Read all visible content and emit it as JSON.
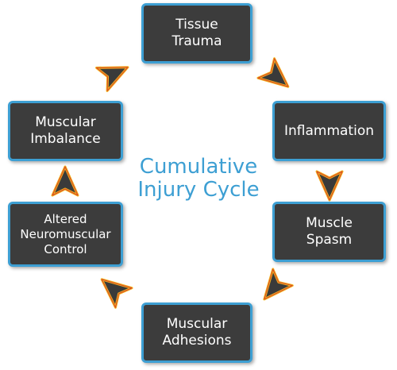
{
  "title": {
    "line1": "Cumulative",
    "line2": "Injury Cycle"
  },
  "nodes": {
    "tissue_trauma": {
      "line1": "Tissue",
      "line2": "Trauma"
    },
    "inflammation": {
      "line1": "Inflammation"
    },
    "muscle_spasm": {
      "line1": "Muscle",
      "line2": "Spasm"
    },
    "muscular_adhesions": {
      "line1": "Muscular",
      "line2": "Adhesions"
    },
    "altered_neuromuscular_control": {
      "line1": "Altered",
      "line2": "Neuromuscular",
      "line3": "Control"
    },
    "muscular_imbalance": {
      "line1": "Muscular",
      "line2": "Imbalance"
    }
  },
  "colors": {
    "node_fill": "#3c3c3c",
    "node_border": "#3d9fd3",
    "node_text": "#ffffff",
    "title_text": "#3d9fd3",
    "arrow_fill": "#3a3a3a",
    "arrow_outline": "#f2b21a",
    "arrow_edge_red": "#d8432a"
  },
  "icons": {
    "arrow": "cycle-arrowhead-icon"
  }
}
